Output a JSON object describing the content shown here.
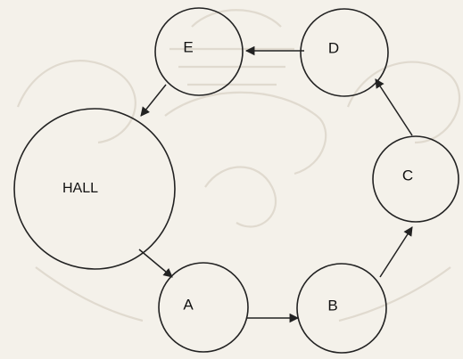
{
  "diagram": {
    "nodes": [
      {
        "id": "hall",
        "label": "HALL"
      },
      {
        "id": "a",
        "label": "A"
      },
      {
        "id": "b",
        "label": "B"
      },
      {
        "id": "c",
        "label": "C"
      },
      {
        "id": "d",
        "label": "D"
      },
      {
        "id": "e",
        "label": "E"
      }
    ],
    "edges": [
      {
        "from": "hall",
        "to": "a"
      },
      {
        "from": "a",
        "to": "b"
      },
      {
        "from": "b",
        "to": "c"
      },
      {
        "from": "c",
        "to": "d"
      },
      {
        "from": "d",
        "to": "e"
      },
      {
        "from": "e",
        "to": "hall"
      }
    ]
  }
}
